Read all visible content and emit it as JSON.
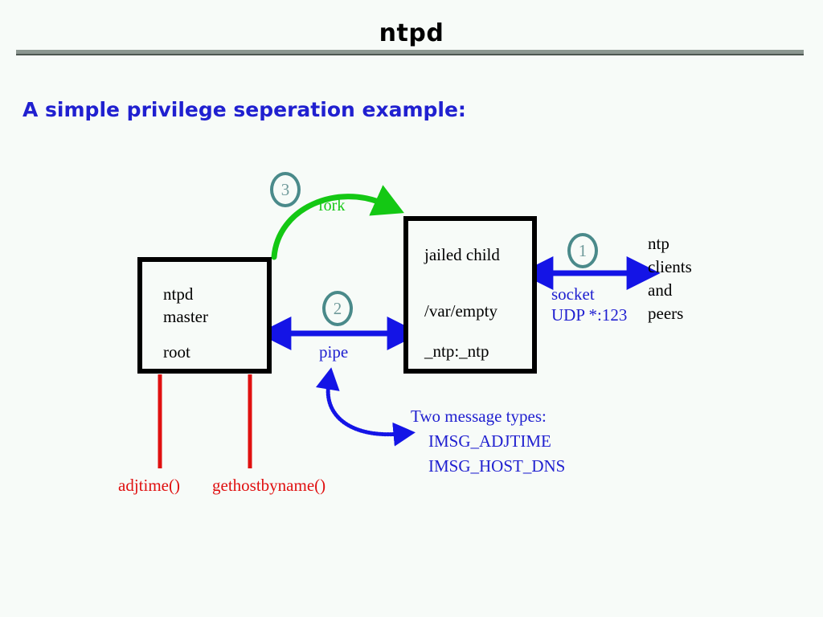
{
  "header": {
    "title": "ntpd"
  },
  "subtitle": "A simple privilege seperation example:",
  "boxes": {
    "master": {
      "line1": "ntpd",
      "line2": "master",
      "line3": "root"
    },
    "child": {
      "line1": "jailed child",
      "line2": "/var/empty",
      "line3": "_ntp:_ntp"
    }
  },
  "connections": {
    "fork_label": "fork",
    "pipe_label": "pipe",
    "socket_label_line1": "socket",
    "socket_label_line2": "UDP *:123"
  },
  "steps": {
    "socket": "1",
    "pipe": "2",
    "fork": "3"
  },
  "peers": {
    "line1": "ntp",
    "line2": "clients",
    "line3": "and",
    "line4": "peers"
  },
  "messages": {
    "heading": "Two message types:",
    "item1": "IMSG_ADJTIME",
    "item2": "IMSG_HOST_DNS"
  },
  "syscalls": {
    "adjtime": "adjtime()",
    "gethostbyname": "gethostbyname()"
  },
  "colors": {
    "background": "#f7fbf8",
    "accent_blue": "#2020d0",
    "accent_red": "#e01010",
    "accent_green": "#14c814",
    "accent_teal": "#4a8a8a",
    "rule_gray": "#8b9690",
    "box_border": "#000000"
  }
}
